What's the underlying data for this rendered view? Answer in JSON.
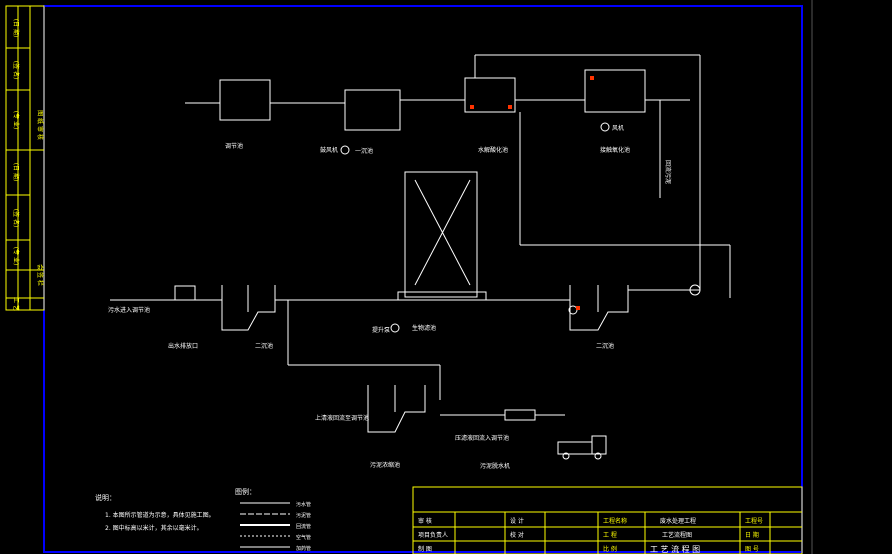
{
  "drawing": {
    "background": "#000000",
    "line_color": "#ffffff",
    "frame_color": "#0000ff",
    "title_block_color": "#ffff00",
    "accent_color": "#ff3300"
  },
  "left_strip_labels": [
    "(日 期)",
    "(签 名)",
    "(专 业)",
    "(日 期)",
    "(签 名)",
    "(专 业)",
    "工 艺"
  ],
  "left_strip_side": [
    "图 纸 审 核",
    "会 签 栏"
  ],
  "units": {
    "tank1": "调节池",
    "tank2": "一沉池",
    "tank3": "水解酸化池",
    "tank4": "接触氧化池",
    "tank5": "二沉池",
    "tank6": "生物滤池",
    "blower1": "鼓风机",
    "blower2": "风机",
    "pump1": "提升泵",
    "outlet": "出水排放口",
    "sludge_tank": "污泥浓缩池",
    "sludge_dewater": "污泥脱水机",
    "inlet_label": "污水进入调节池",
    "supernatant": "上清液回流至调节池",
    "filtrate": "压滤液回流入调节池",
    "return_sludge": "回流污泥"
  },
  "notes": {
    "heading": "说明：",
    "items": [
      "1. 本图所示管道为示意，具体见施工图。",
      "2. 图中标高以米计，其余以毫米计。"
    ]
  },
  "legend": {
    "heading": "图例：",
    "items": [
      "污水管",
      "污泥管",
      "回流管",
      "空气管",
      "加药管"
    ]
  },
  "title_block": {
    "company": "工程名称",
    "project": "废水处理工程",
    "drawing_title": "工艺流程图",
    "drawing_title_big": "工 艺 流 程 图",
    "fields": [
      "审 核",
      "设 计",
      "项目负责人",
      "校 对",
      "制 图",
      "工 程",
      "日 期",
      "图 号",
      "工程号",
      "比 例"
    ]
  }
}
